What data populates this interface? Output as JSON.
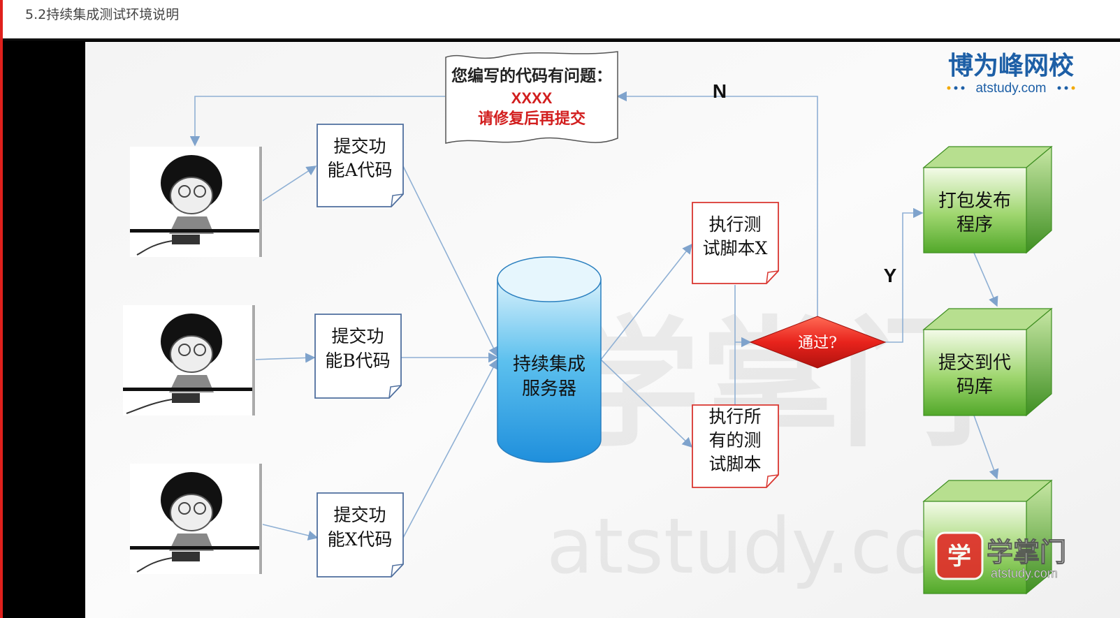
{
  "page": {
    "title": "5.2持续集成测试环境说明"
  },
  "logo": {
    "name": "博为峰网校",
    "site": "atstudy.com"
  },
  "watermark": {
    "brand": "学掌门",
    "site": "atstudy.com",
    "glyph": "学"
  },
  "colors": {
    "server": "#29a3e6",
    "decision": "#e8231c",
    "cube": "#63b33c",
    "error_text": "#d21e1e",
    "arrow": "#8fb0d4",
    "doc_border_red": "#d9352f",
    "doc_border_blue": "#4f6f9e"
  },
  "diagram": {
    "error_note": {
      "line1": "您编写的代码有问题：",
      "line2": "XXXX",
      "line3": "请修复后再提交"
    },
    "docs": [
      {
        "line1": "提交功",
        "line2": "能A代码"
      },
      {
        "line1": "提交功",
        "line2": "能B代码"
      },
      {
        "line1": "提交功",
        "line2": "能X代码"
      }
    ],
    "server": {
      "line1": "持续集成",
      "line2": "服务器"
    },
    "tests": [
      {
        "line1": "执行测",
        "line2": "试脚本X"
      },
      {
        "line1": "执行所",
        "line2": "有的测",
        "line3": "试脚本"
      }
    ],
    "decision": {
      "label": "通过?",
      "no": "N",
      "yes": "Y"
    },
    "steps": [
      {
        "line1": "打包发布",
        "line2": "程序"
      },
      {
        "line1": "提交到代",
        "line2": "码库"
      }
    ]
  }
}
